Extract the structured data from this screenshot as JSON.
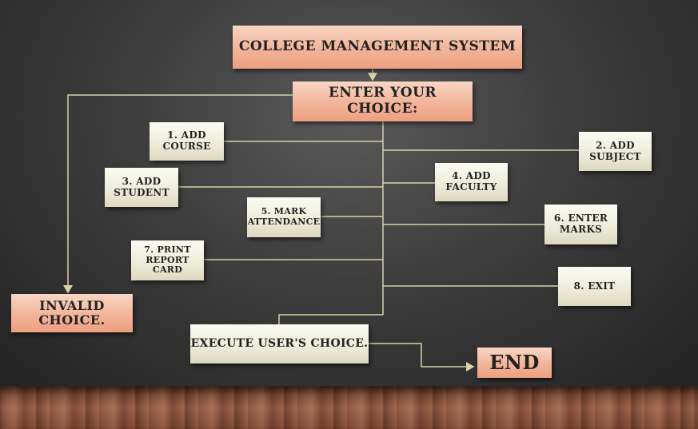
{
  "title": "COLLEGE MANAGEMENT SYSTEM",
  "prompt": "ENTER YOUR CHOICE:",
  "options": {
    "add_course": "1. ADD\nCOURSE",
    "add_subject": "2. ADD\nSUBJECT",
    "add_student": "3. ADD\nSTUDENT",
    "add_faculty": "4. ADD\nFACULTY",
    "mark_attendance": "5. MARK\nATTENDANCE",
    "enter_marks": "6. ENTER\nMARKS",
    "print_report_card": "7. PRINT\nREPORT CARD",
    "exit": "8. EXIT"
  },
  "invalid": "INVALID CHOICE.",
  "execute": "EXECUTE USER'S CHOICE.",
  "end": "END",
  "colors": {
    "peach": "#f2b79d",
    "cream": "#ecebd8",
    "line": "#d8d2a8"
  }
}
